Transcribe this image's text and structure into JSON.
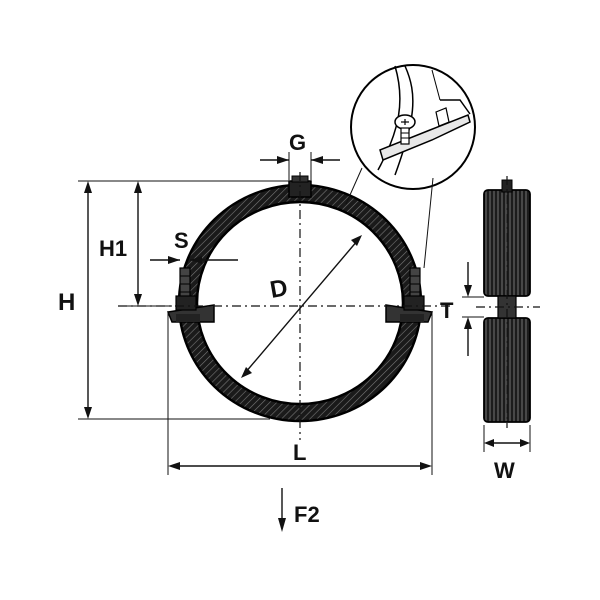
{
  "labels": {
    "G": "G",
    "H1": "H1",
    "S": "S",
    "D": "D",
    "H": "H",
    "T": "T",
    "L": "L",
    "W": "W",
    "F2": "F2"
  }
}
